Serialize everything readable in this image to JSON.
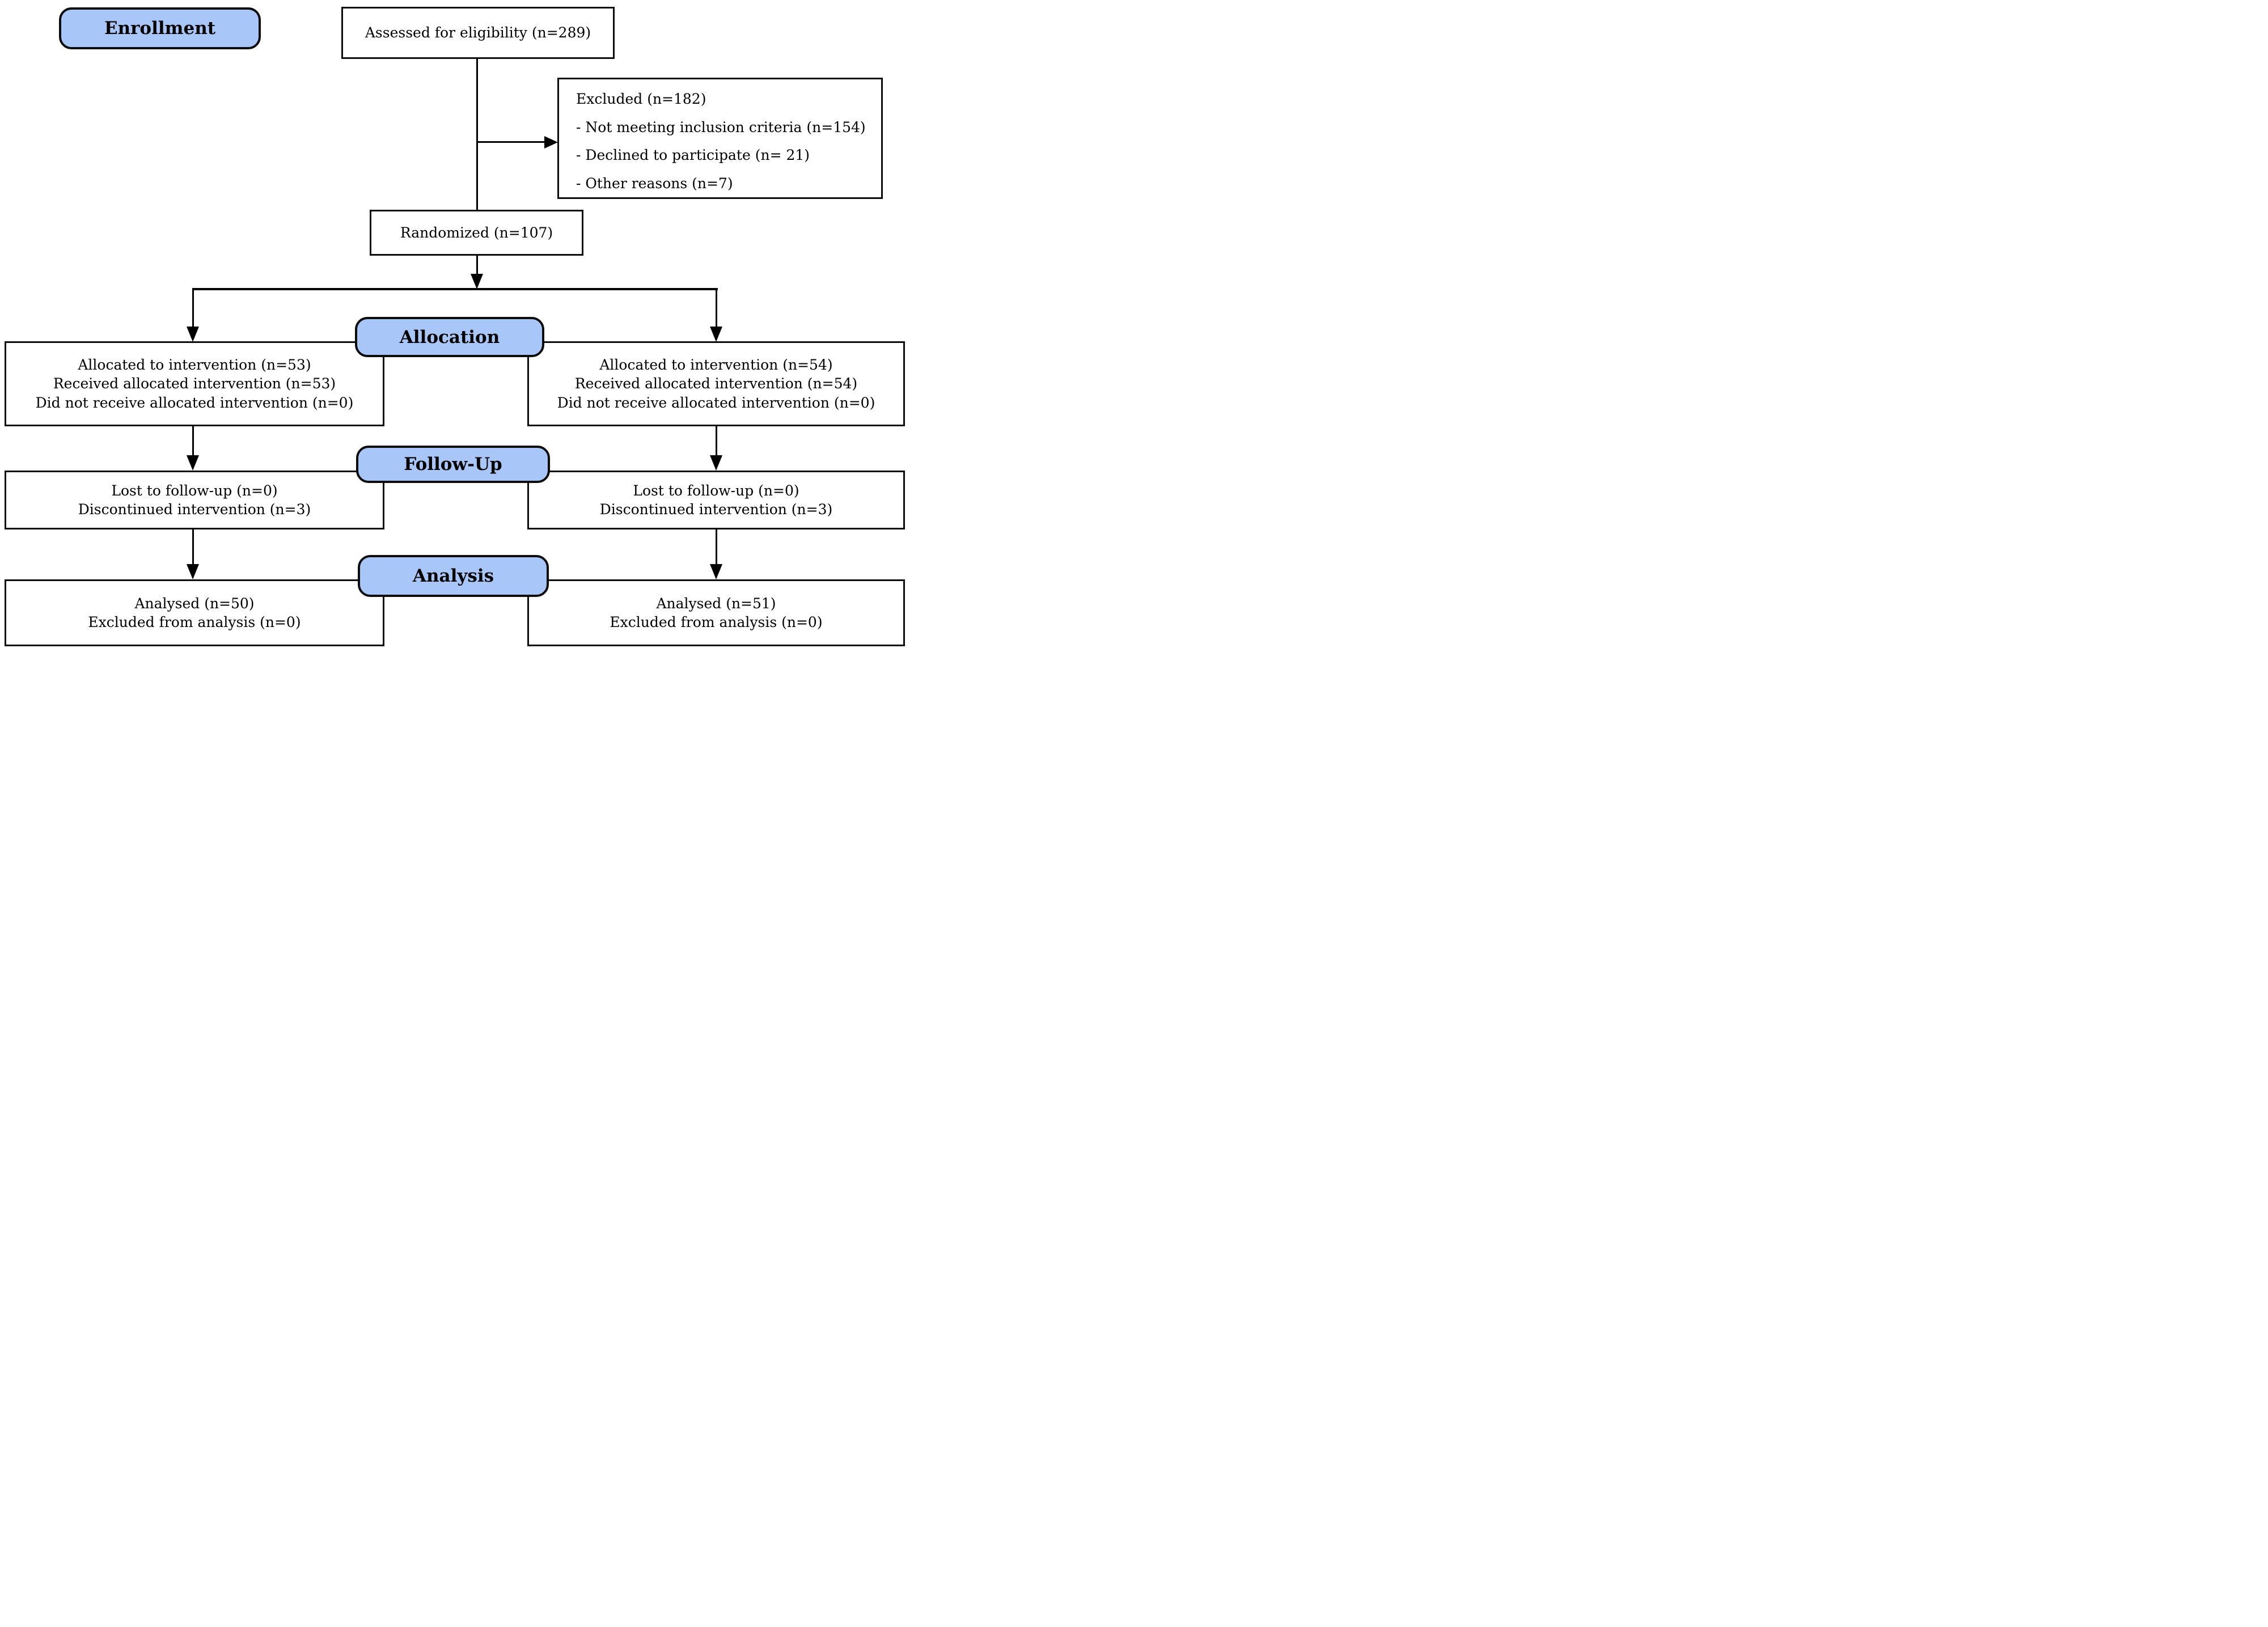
{
  "stages": {
    "enrollment": {
      "label": "Enrollment"
    },
    "allocation": {
      "label": "Allocation"
    },
    "followup": {
      "label": "Follow-Up"
    },
    "analysis": {
      "label": "Analysis"
    }
  },
  "boxes": {
    "assessed": {
      "text": "Assessed for eligibility (n=289)"
    },
    "excluded": {
      "lines": [
        "Excluded (n=182)",
        "- Not meeting inclusion criteria (n=154)",
        "- Declined to participate (n= 21)",
        "- Other reasons (n=7)"
      ]
    },
    "randomized": {
      "text": "Randomized (n=107)"
    },
    "allocation_left": {
      "lines": [
        "Allocated to intervention (n=53)",
        "Received allocated intervention (n=53)",
        "Did not receive allocated intervention (n=0)"
      ]
    },
    "allocation_right": {
      "lines": [
        "Allocated to intervention (n=54)",
        "Received allocated intervention (n=54)",
        "Did not receive allocated intervention (n=0)"
      ]
    },
    "followup_left": {
      "lines": [
        "Lost to follow-up (n=0)",
        "Discontinued intervention (n=3)"
      ]
    },
    "followup_right": {
      "lines": [
        "Lost to follow-up (n=0)",
        "Discontinued intervention (n=3)"
      ]
    },
    "analysis_left": {
      "lines": [
        "Analysed (n=50)",
        "Excluded from analysis (n=0)"
      ]
    },
    "analysis_right": {
      "lines": [
        "Analysed (n=51)",
        "Excluded from analysis (n=0)"
      ]
    }
  },
  "colors": {
    "stage_fill": "#a9c6f8",
    "line": "#000000",
    "box_background": "#ffffff"
  }
}
